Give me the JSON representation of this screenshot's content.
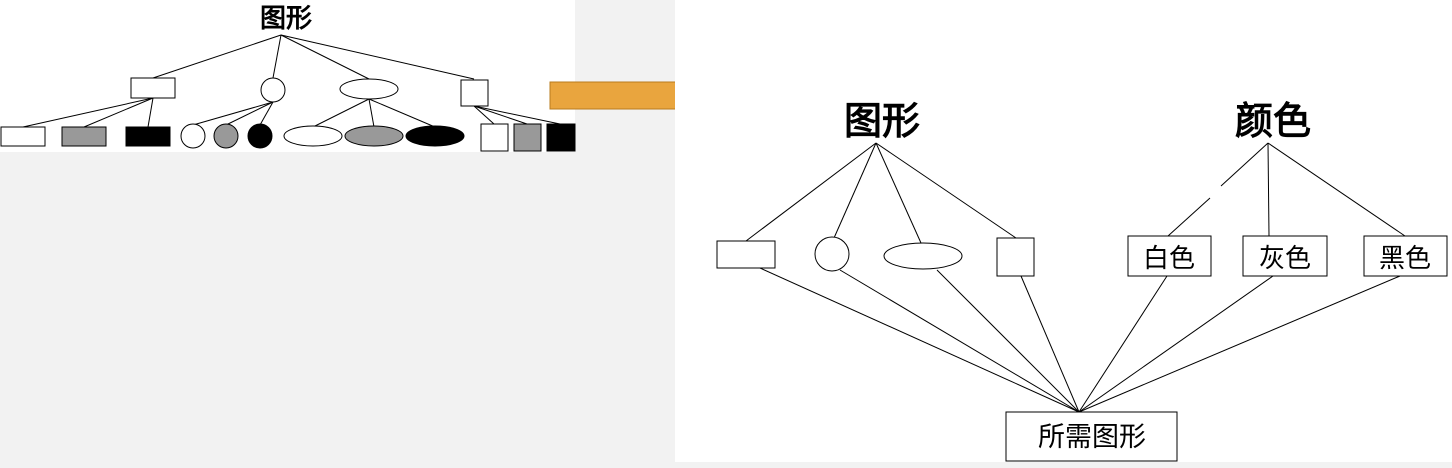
{
  "left_diagram": {
    "root_label": "图形"
  },
  "right_diagram": {
    "shape_root_label": "图形",
    "color_root_label": "颜色",
    "color_nodes": [
      "白色",
      "灰色",
      "黑色"
    ],
    "result_label": "所需图形"
  },
  "palette": {
    "white": "#ffffff",
    "gray": "#999999",
    "black": "#000000",
    "arrow": "#e9a53e",
    "background": "#f2f2f2"
  }
}
